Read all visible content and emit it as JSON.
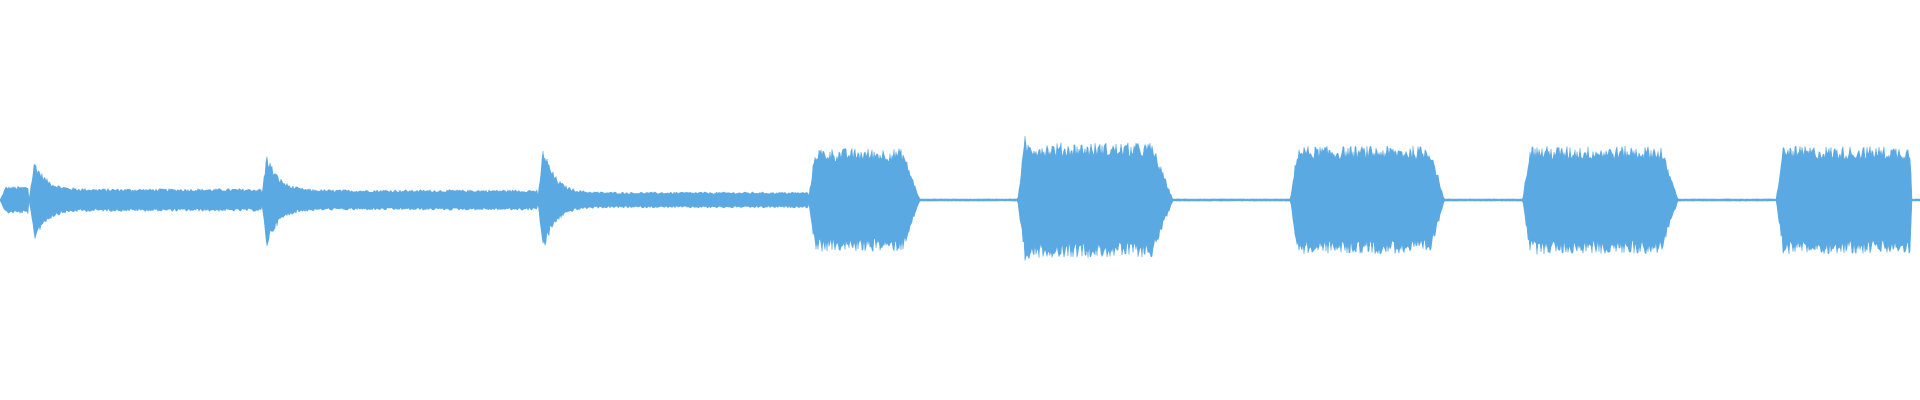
{
  "waveform": {
    "color": "#5aa9e3",
    "background": "#ffffff",
    "duration_fraction_range": [
      0,
      1
    ],
    "notes": [
      {
        "start": 0.0,
        "end": 0.015,
        "peak": 0.12,
        "body": 0.12,
        "release": 0.0,
        "decay_end": 0.0
      },
      {
        "start": 0.015,
        "end": 0.136,
        "peak": 0.36,
        "body": 0.1,
        "release": 0.0,
        "decay_end": 0.0
      },
      {
        "start": 0.136,
        "end": 0.28,
        "peak": 0.42,
        "body": 0.09,
        "release": 0.0,
        "decay_end": 0.0
      },
      {
        "start": 0.28,
        "end": 0.421,
        "peak": 0.48,
        "body": 0.07,
        "release": 0.0,
        "decay_end": 0.0
      },
      {
        "start": 0.421,
        "end": 0.53,
        "peak": 0.5,
        "body": 0.45,
        "release": 0.47,
        "decay_end": 0.53
      },
      {
        "start": 0.53,
        "end": 0.672,
        "peak": 0.58,
        "body": 0.5,
        "release": 0.6,
        "decay_end": 0.672
      },
      {
        "start": 0.672,
        "end": 0.793,
        "peak": 0.5,
        "body": 0.47,
        "release": 0.745,
        "decay_end": 0.793
      },
      {
        "start": 0.793,
        "end": 0.925,
        "peak": 0.5,
        "body": 0.47,
        "release": 0.865,
        "decay_end": 0.925
      },
      {
        "start": 0.925,
        "end": 1.0,
        "peak": 0.51,
        "body": 0.47,
        "release": 0.995,
        "decay_end": 1.0
      }
    ]
  }
}
